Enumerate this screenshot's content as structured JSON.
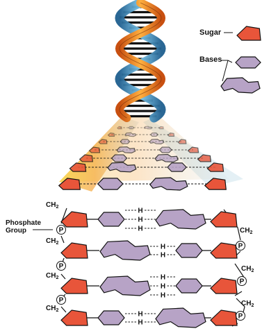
{
  "legend": {
    "sugar_label": "Sugar",
    "bases_label": "Bases"
  },
  "labels": {
    "phosphate_line1": "Phosphate",
    "phosphate_line2": "Group",
    "phosphate_symbol": "P",
    "ch2_main": "CH",
    "ch2_sub": "2",
    "hydrogen": "H"
  },
  "colors": {
    "sugar_fill": "#e8553a",
    "base_fill": "#b7a3c6",
    "helix_orange": "#f08a1c",
    "helix_blue": "#4aa8d8",
    "rung": "#111111"
  },
  "icons": {
    "sugar": "pentagon-icon",
    "base_small": "hexagon-icon",
    "base_large": "double-ring-icon"
  }
}
